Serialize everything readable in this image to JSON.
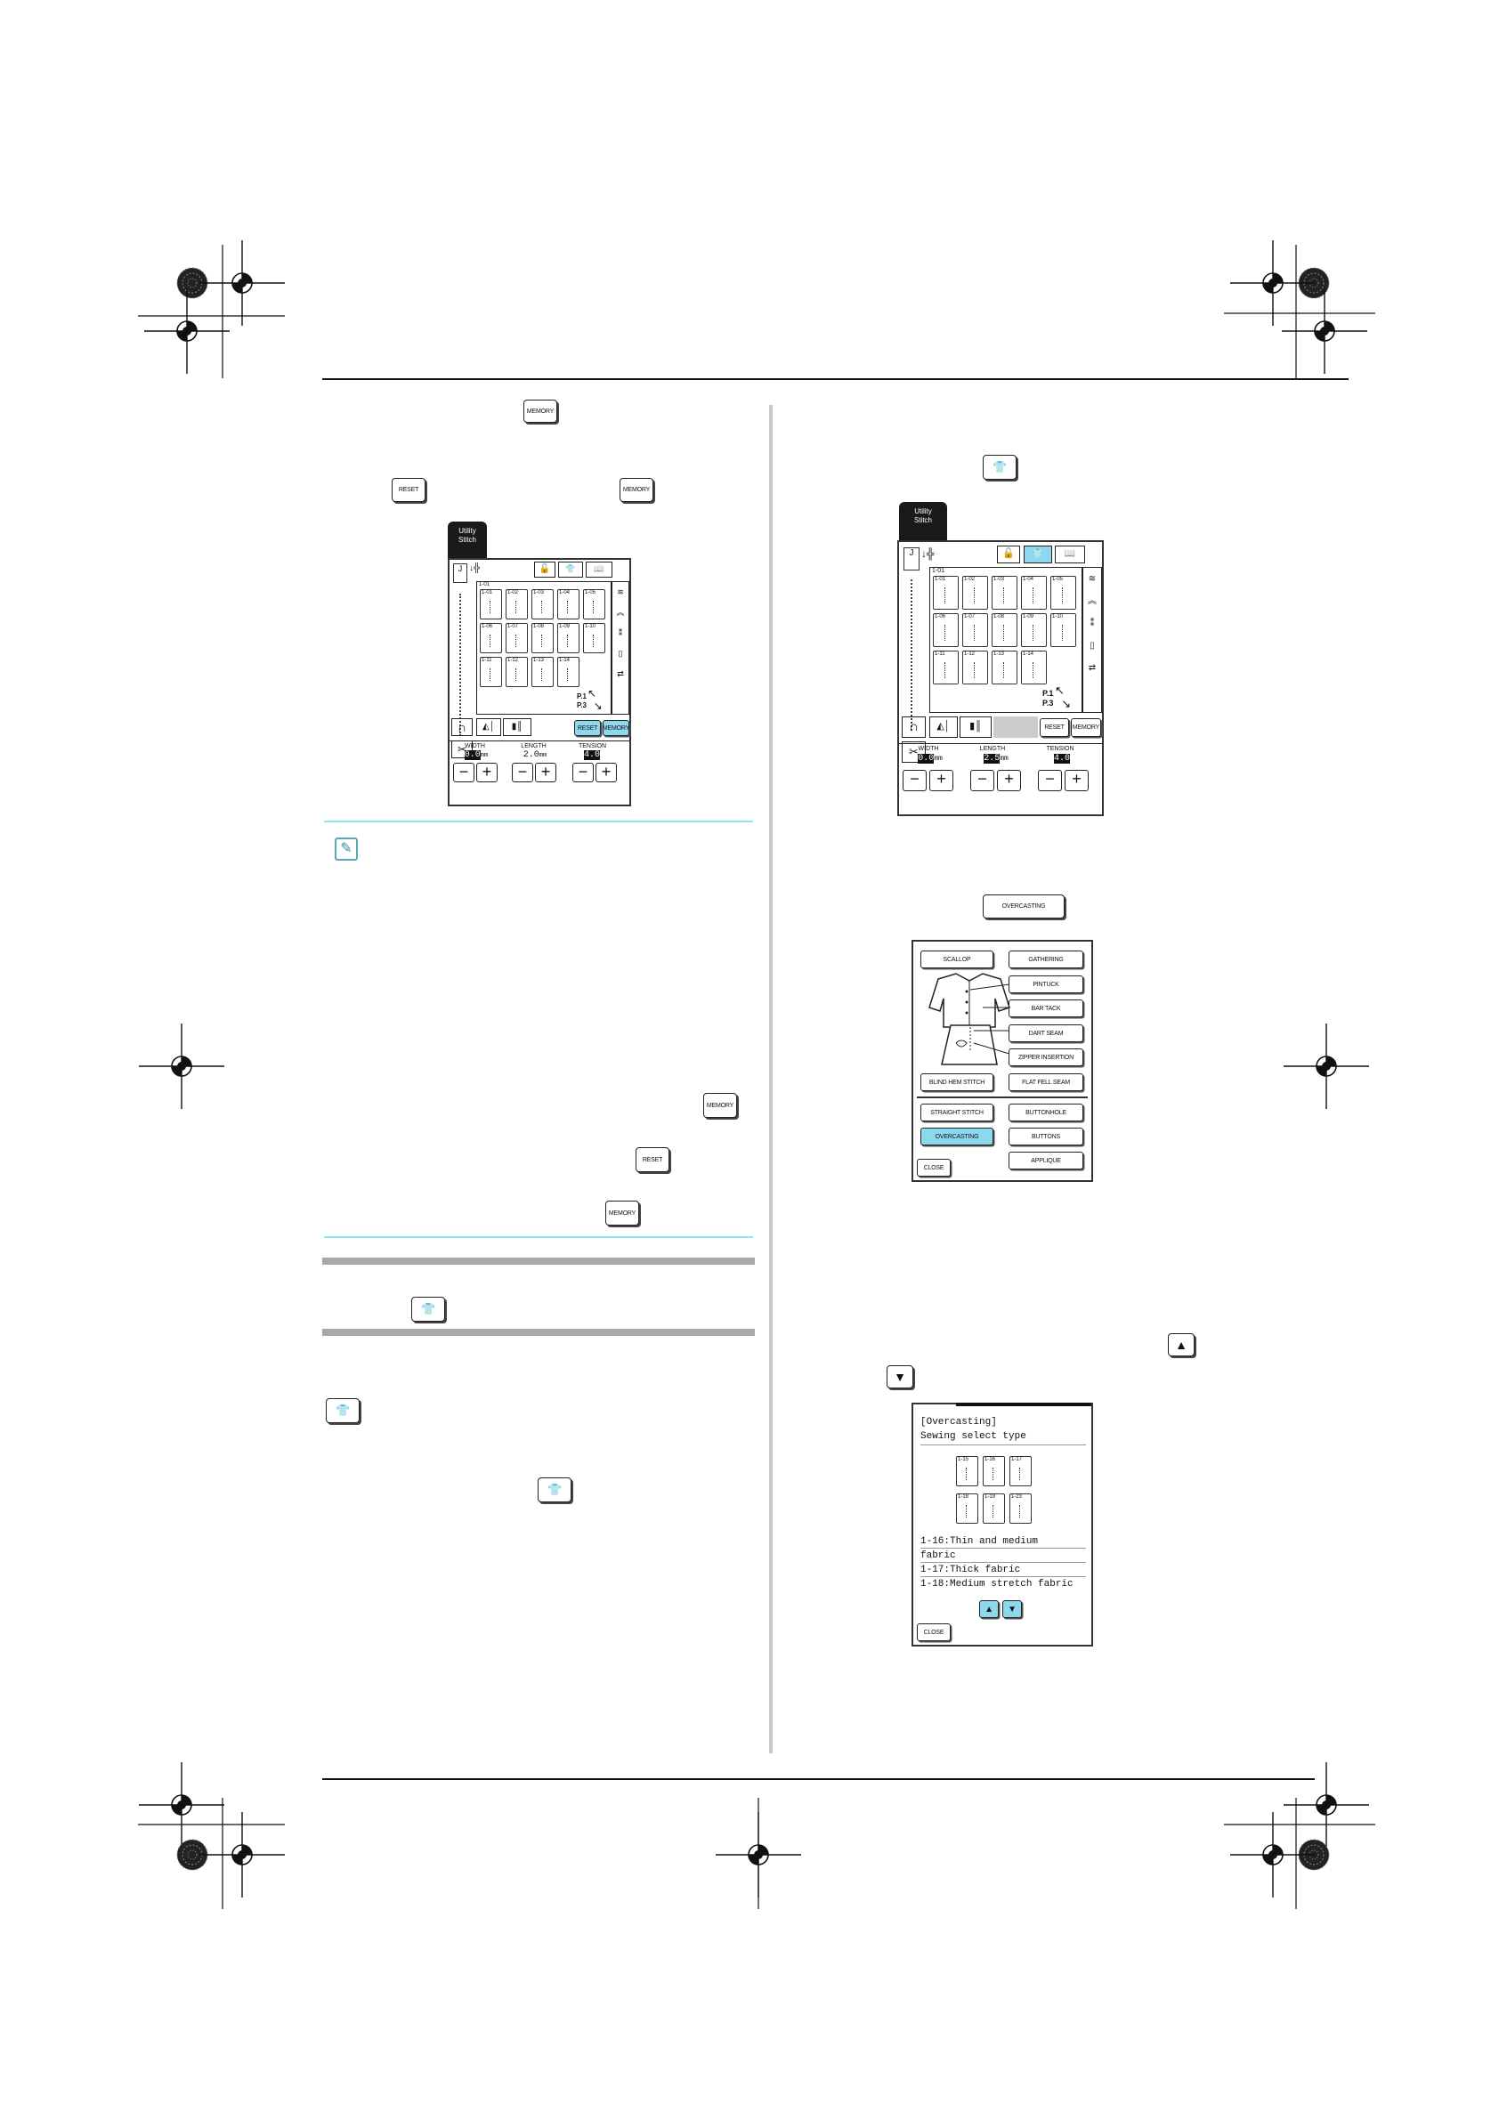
{
  "inline_buttons": {
    "memory": "MEMORY",
    "reset": "RESET",
    "overcasting": "OVERCASTING"
  },
  "screen1": {
    "tab": "Utility\nStitch",
    "first_code": "1-01",
    "stitches": [
      "1-01",
      "1-02",
      "1-03",
      "1-04",
      "1-05",
      "1-06",
      "1-07",
      "1-08",
      "1-09",
      "1-10",
      "1-11",
      "1-12",
      "1-13",
      "1-14"
    ],
    "page": "P.1",
    "pages": "P.3",
    "reset": "RESET",
    "memory": "MEMORY",
    "width_label": "WIDTH",
    "width_value": "0.0",
    "width_unit": "mm",
    "length_label": "LENGTH",
    "length_value": "2.0",
    "length_unit": "mm",
    "tension_label": "TENSION",
    "tension_value": "4.0"
  },
  "screen2": {
    "tab": "Utility\nStitch",
    "first_code": "1-01",
    "stitches": [
      "1-01",
      "1-02",
      "1-03",
      "1-04",
      "1-05",
      "1-06",
      "1-07",
      "1-08",
      "1-09",
      "1-10",
      "1-11",
      "1-12",
      "1-13",
      "1-14"
    ],
    "page": "P.1",
    "pages": "P.3",
    "reset": "RESET",
    "memory": "MEMORY",
    "width_label": "WIDTH",
    "width_value": "0.0",
    "width_unit": "mm",
    "length_label": "LENGTH",
    "length_value": "2.5",
    "length_unit": "mm",
    "tension_label": "TENSION",
    "tension_value": "4.0"
  },
  "menu": {
    "scallop": "SCALLOP",
    "gathering": "GATHERING",
    "pintuck": "PINTUCK",
    "bar_tack": "BAR TACK",
    "dart_seam": "DART SEAM",
    "zipper_insertion": "ZIPPER INSERTION",
    "blind_hem_stitch": "BLIND HEM STITCH",
    "flat_fell_seam": "FLAT FELL SEAM",
    "straight_stitch": "STRAIGHT STITCH",
    "buttonhole": "BUTTONHOLE",
    "overcasting": "OVERCASTING",
    "buttons": "BUTTONS",
    "applique": "APPLIQUE",
    "close": "CLOSE"
  },
  "overcast": {
    "heading": "[Overcasting]",
    "subheading": "Sewing select type",
    "codes": [
      "1-15",
      "1-16",
      "1-17",
      "1-18",
      "1-19",
      "1-23"
    ],
    "line1": "1-16:Thin and medium",
    "line2": "fabric",
    "line3": "1-17:Thick fabric",
    "line4": "1-18:Medium stretch fabric",
    "close": "CLOSE"
  },
  "colors": {
    "accent_blue": "#8ed8ee",
    "rule_cyan": "#8ee6ee"
  }
}
